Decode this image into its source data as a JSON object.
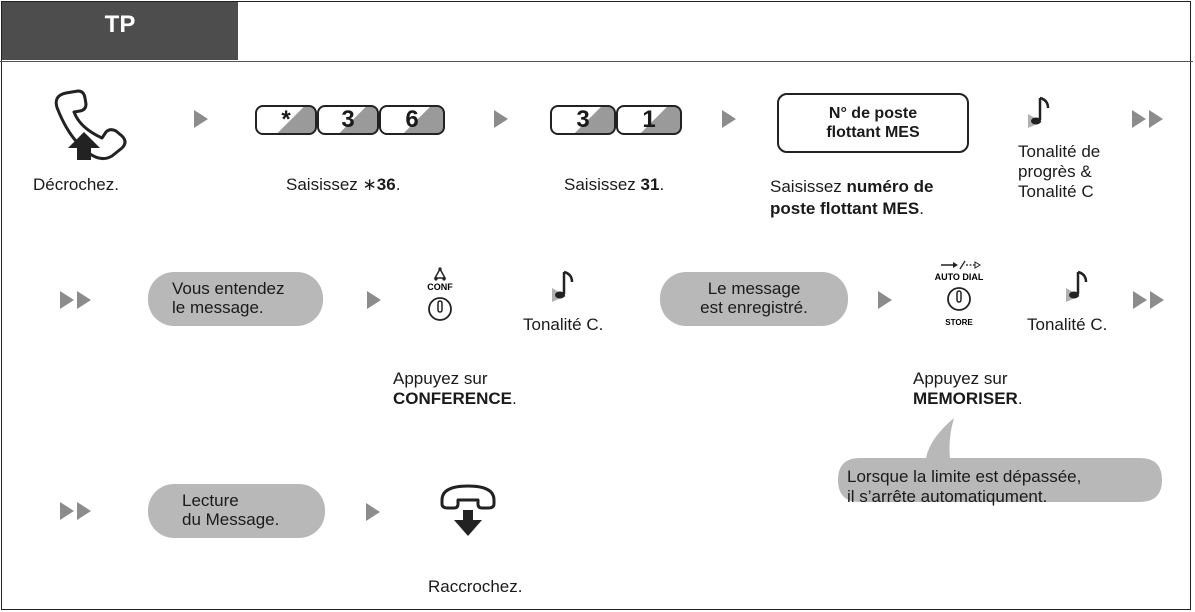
{
  "header": {
    "tab_label": "TP"
  },
  "row1": {
    "offhook_label": "Décrochez.",
    "keys1": [
      "*",
      "3",
      "6"
    ],
    "enter1_prefix": "Saisissez ",
    "enter1_star": "∗",
    "enter1_bold": "36",
    "enter1_suffix": ".",
    "keys2": [
      "3",
      "1"
    ],
    "enter2_prefix": "Saisissez ",
    "enter2_bold": "31",
    "enter2_suffix": ".",
    "box_line1": "N° de poste",
    "box_line2": "flottant MES",
    "enter3_prefix": "Saisissez ",
    "enter3_bold1": "numéro de",
    "enter3_bold2": "poste flottant MES",
    "enter3_suffix": ".",
    "tone_line1": "Tonalité de",
    "tone_line2": "progrès &",
    "tone_line3": "Tonalité C"
  },
  "row2": {
    "pill1_line1": "Vous entendez",
    "pill1_line2": "le message.",
    "conf_key_label": "CONF",
    "tone1": "Tonalité C.",
    "pill2_line1": "Le message",
    "pill2_line2": "est enregistré.",
    "autodial_top": "AUTO DIAL",
    "autodial_bottom": "STORE",
    "tone2": "Tonalité C.",
    "press1_line1": "Appuyez sur",
    "press1_bold": "CONFERENCE",
    "press1_suffix": ".",
    "press2_line1": "Appuyez sur",
    "press2_bold": "MEMORISER",
    "press2_suffix": ".",
    "callout_line1": "Lorsque la limite est dépassée,",
    "callout_line2": "il s’arrête automatiqument."
  },
  "row3": {
    "pill_line1": "Lecture",
    "pill_line2": "du Message.",
    "onhook_label": "Raccrochez."
  },
  "colors": {
    "tab_bg": "#4d4d4d",
    "arrow": "#8c8c8c",
    "pill": "#b8b8b8"
  }
}
